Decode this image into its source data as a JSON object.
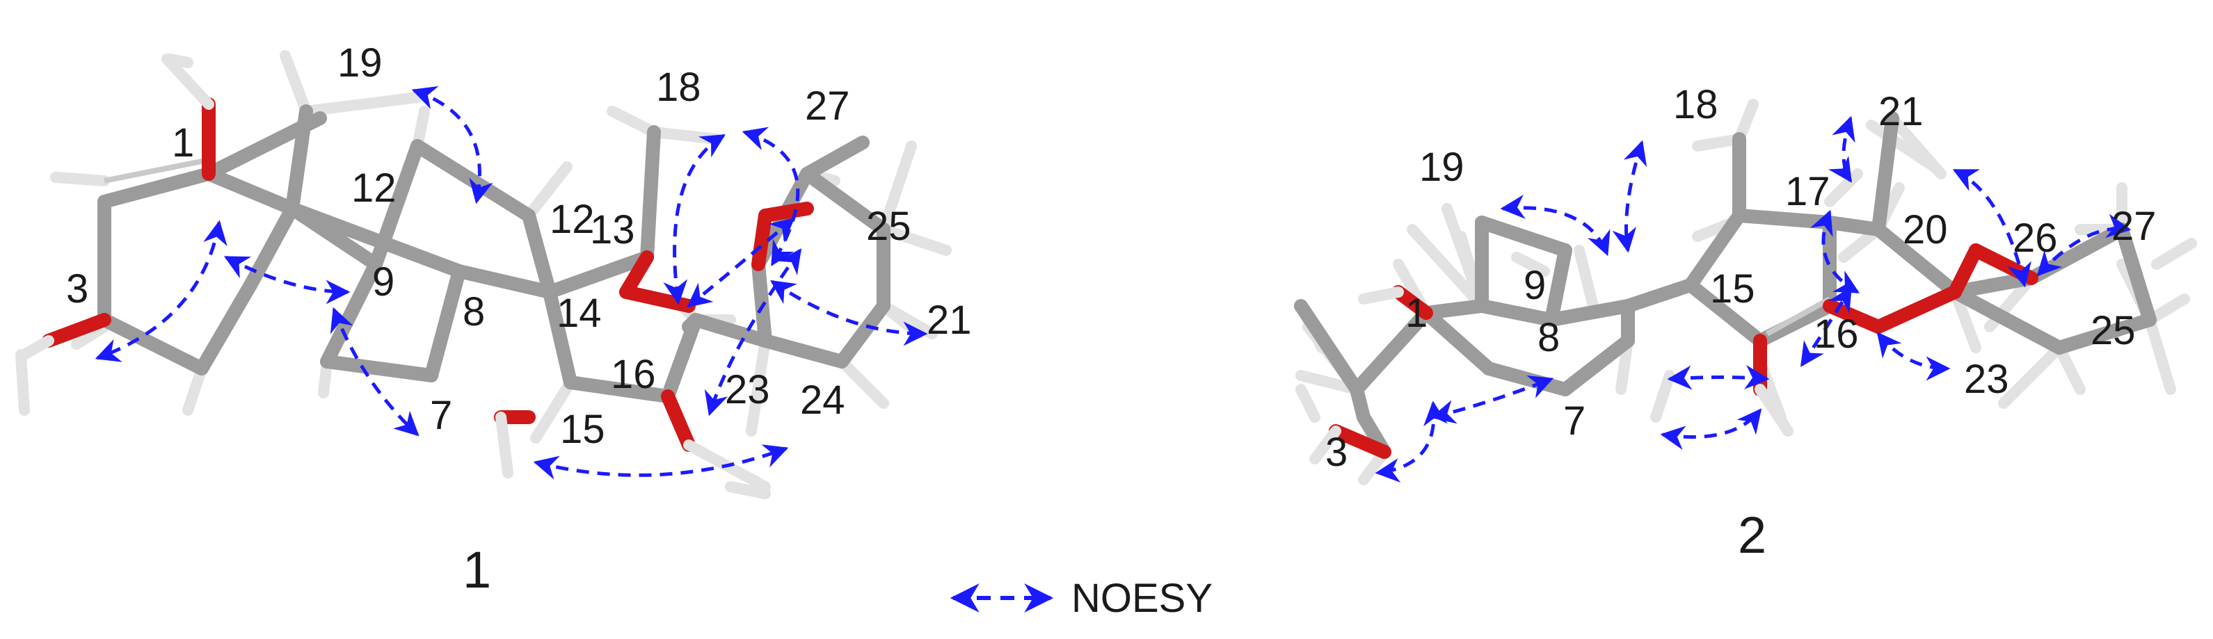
{
  "molecule1": {
    "caption": "1",
    "labels": [
      "1",
      "19",
      "18",
      "27",
      "12",
      "12",
      "13",
      "25",
      "3",
      "9",
      "8",
      "14",
      "21",
      "16",
      "23",
      "24",
      "7",
      "15"
    ]
  },
  "molecule2": {
    "caption": "2",
    "labels": [
      "18",
      "21",
      "19",
      "17",
      "20",
      "26",
      "27",
      "9",
      "15",
      "1",
      "8",
      "16",
      "25",
      "23",
      "7",
      "3"
    ]
  },
  "legend": {
    "label": "NOESY"
  },
  "colors": {
    "bond": "#9b9b9b",
    "hydrogen": "#e4e4e4",
    "oxygen": "#d01818",
    "noesy_arrow": "#1a1aff",
    "text": "#1a1a1a"
  }
}
